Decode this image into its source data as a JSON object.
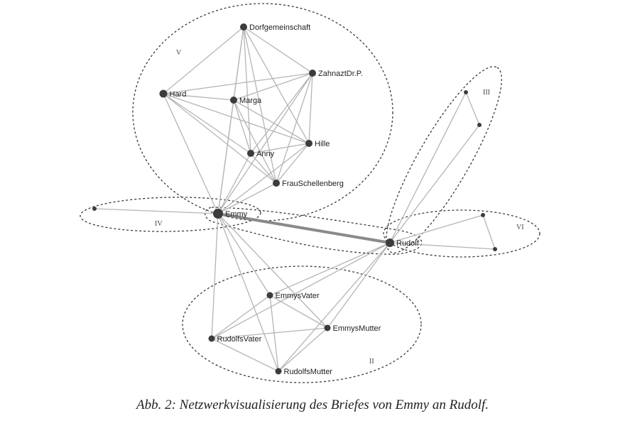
{
  "caption": "Abb. 2: Netzwerkvisualisierung des Briefes von Emmy an Rudolf.",
  "colors": {
    "edge": "#b5b5b5",
    "node": "#3c3c3c",
    "cluster": "#3a3a3a"
  },
  "nodes": [
    {
      "id": "dorf",
      "label": "Dorfgemeinschaft"
    },
    {
      "id": "zahn",
      "label": "ZahnaztDr.P."
    },
    {
      "id": "hard",
      "label": "Hard"
    },
    {
      "id": "marga",
      "label": "Marga"
    },
    {
      "id": "hille",
      "label": "Hille"
    },
    {
      "id": "anny",
      "label": "Anny"
    },
    {
      "id": "frau",
      "label": "FrauSchellenberg"
    },
    {
      "id": "emmy",
      "label": "Emmy"
    },
    {
      "id": "rudolf",
      "label": "Rudolf"
    },
    {
      "id": "ev",
      "label": "EmmysVater"
    },
    {
      "id": "em",
      "label": "EmmysMutter"
    },
    {
      "id": "rv",
      "label": "RudolfsVater"
    },
    {
      "id": "rm",
      "label": "RudolfsMutter"
    },
    {
      "id": "iv1",
      "label": ""
    },
    {
      "id": "iii1",
      "label": ""
    },
    {
      "id": "iii2",
      "label": ""
    },
    {
      "id": "vi1",
      "label": ""
    },
    {
      "id": "vi2",
      "label": ""
    }
  ],
  "edges": [
    [
      "dorf",
      "zahn"
    ],
    [
      "dorf",
      "hard"
    ],
    [
      "dorf",
      "marga"
    ],
    [
      "dorf",
      "hille"
    ],
    [
      "dorf",
      "anny"
    ],
    [
      "dorf",
      "frau"
    ],
    [
      "dorf",
      "emmy"
    ],
    [
      "zahn",
      "hard"
    ],
    [
      "zahn",
      "marga"
    ],
    [
      "zahn",
      "hille"
    ],
    [
      "zahn",
      "anny"
    ],
    [
      "zahn",
      "frau"
    ],
    [
      "zahn",
      "emmy"
    ],
    [
      "hard",
      "marga"
    ],
    [
      "hard",
      "hille"
    ],
    [
      "hard",
      "anny"
    ],
    [
      "hard",
      "frau"
    ],
    [
      "hard",
      "emmy"
    ],
    [
      "marga",
      "hille"
    ],
    [
      "marga",
      "anny"
    ],
    [
      "marga",
      "frau"
    ],
    [
      "marga",
      "emmy"
    ],
    [
      "hille",
      "anny"
    ],
    [
      "hille",
      "frau"
    ],
    [
      "hille",
      "emmy"
    ],
    [
      "anny",
      "frau"
    ],
    [
      "anny",
      "emmy"
    ],
    [
      "frau",
      "emmy"
    ],
    [
      "emmy",
      "iv1"
    ],
    [
      "emmy",
      "ev"
    ],
    [
      "emmy",
      "em"
    ],
    [
      "emmy",
      "rv"
    ],
    [
      "emmy",
      "rm"
    ],
    [
      "rudolf",
      "ev"
    ],
    [
      "rudolf",
      "em"
    ],
    [
      "rudolf",
      "rv"
    ],
    [
      "rudolf",
      "rm"
    ],
    [
      "ev",
      "em"
    ],
    [
      "ev",
      "rv"
    ],
    [
      "ev",
      "rm"
    ],
    [
      "em",
      "rv"
    ],
    [
      "em",
      "rm"
    ],
    [
      "rv",
      "rm"
    ],
    [
      "rudolf",
      "iii1"
    ],
    [
      "rudolf",
      "iii2"
    ],
    [
      "iii1",
      "iii2"
    ],
    [
      "rudolf",
      "vi1"
    ],
    [
      "rudolf",
      "vi2"
    ],
    [
      "vi1",
      "vi2"
    ]
  ],
  "main_edge": [
    "emmy",
    "rudolf"
  ],
  "clusters": [
    {
      "id": "V",
      "label": "V"
    },
    {
      "id": "IV",
      "label": "IV"
    },
    {
      "id": "III",
      "label": "III"
    },
    {
      "id": "VI",
      "label": "VI"
    },
    {
      "id": "II",
      "label": "II"
    },
    {
      "id": "I",
      "label": ""
    }
  ]
}
